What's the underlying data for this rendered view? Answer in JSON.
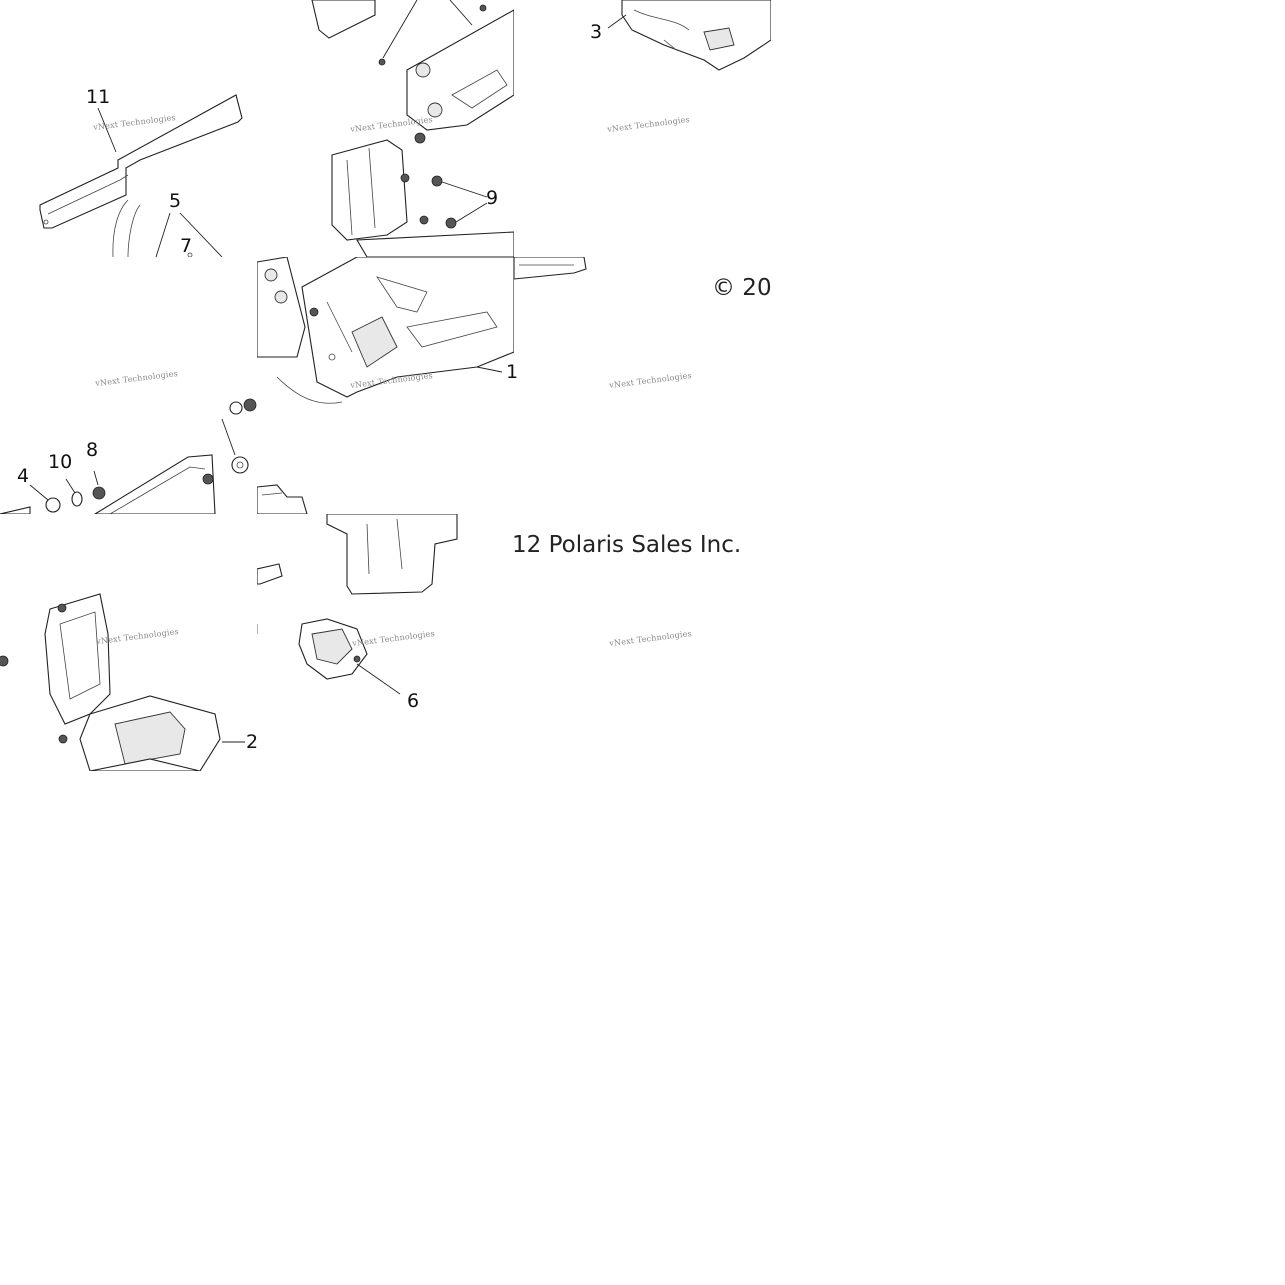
{
  "diagram": {
    "callouts": {
      "c1": "1",
      "c2": "2",
      "c3": "3",
      "c4": "4",
      "c5": "5",
      "c6": "6",
      "c7": "7",
      "c8": "8",
      "c9": "9",
      "c10": "10",
      "c11": "11"
    },
    "watermark": "vNext Technologies",
    "copyright_part_a": "© 20",
    "copyright_part_b": "12 Polaris Sales Inc."
  }
}
